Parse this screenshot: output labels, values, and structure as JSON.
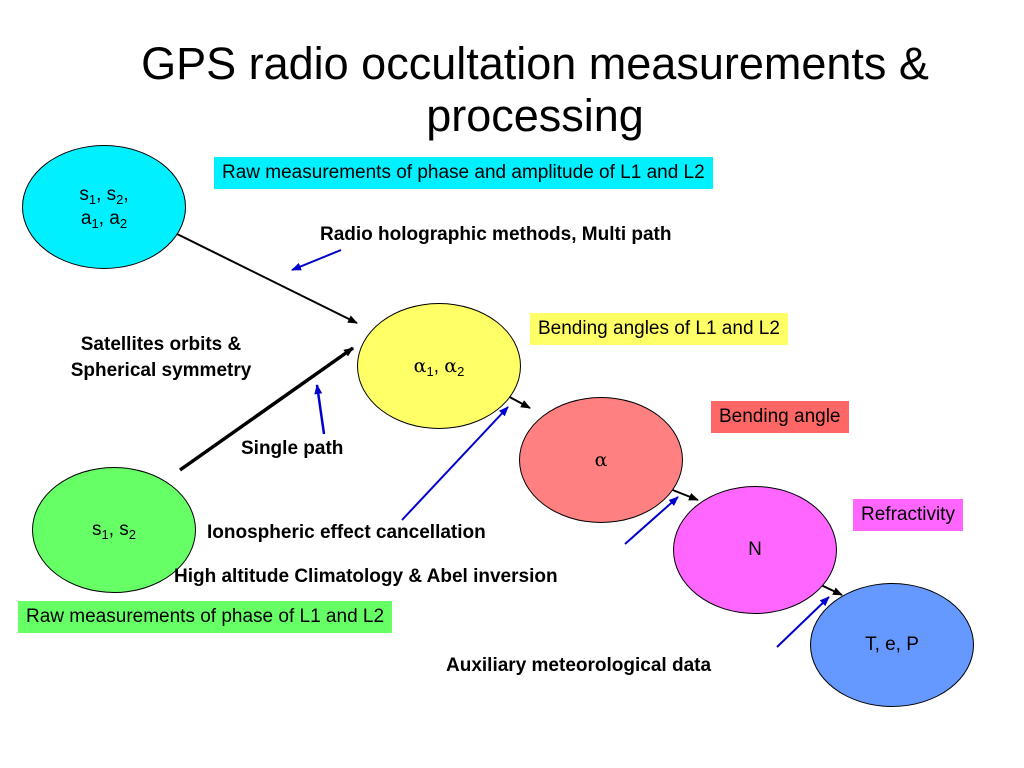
{
  "title": {
    "line1": "GPS radio occultation measurements &",
    "line2": "processing"
  },
  "nodes": {
    "s1s2a1a2": {
      "s": "s",
      "s1_sub": "1",
      "sep1": ", s",
      "s2_sub": "2",
      "comma": ",",
      "a": "a",
      "a1_sub": "1",
      "sep2": ", a",
      "a2_sub": "2"
    },
    "s1s2": {
      "s": "s",
      "s1_sub": "1",
      "sep": ", s",
      "s2_sub": "2"
    },
    "alpha12": {
      "alpha": "α",
      "a1_sub": "1",
      "sep": ", ",
      "alpha2": "α",
      "a2_sub": "2"
    },
    "alpha": {
      "alpha": "α"
    },
    "n": {
      "text": "N"
    },
    "tep": {
      "text": "T, e, P"
    }
  },
  "boxes": {
    "raw_phase_amplitude": "Raw measurements of phase and amplitude of L1 and L2",
    "bending_angles": "Bending angles of L1 and L2",
    "bending_angle": "Bending angle",
    "refractivity": "Refractivity",
    "raw_phase": "Raw measurements of phase of L1 and L2"
  },
  "labels": {
    "radio_holographic": "Radio holographic methods, Multi path",
    "satellites_line1": "Satellites orbits &",
    "satellites_line2": "Spherical symmetry",
    "single_path": "Single path",
    "ionospheric": "Ionospheric effect cancellation",
    "high_altitude": "High altitude Climatology & Abel inversion",
    "auxiliary": "Auxiliary meteorological data"
  },
  "colors": {
    "cyan": "#00f0ff",
    "green": "#66ff66",
    "yellow": "#ffff66",
    "salmon": "#ff8080",
    "magenta": "#ff66ff",
    "blue_node": "#6699ff",
    "bending_angle_box": "#ff6666",
    "refractivity_box": "#ff66ff",
    "blue_arrow": "#0000cc"
  }
}
